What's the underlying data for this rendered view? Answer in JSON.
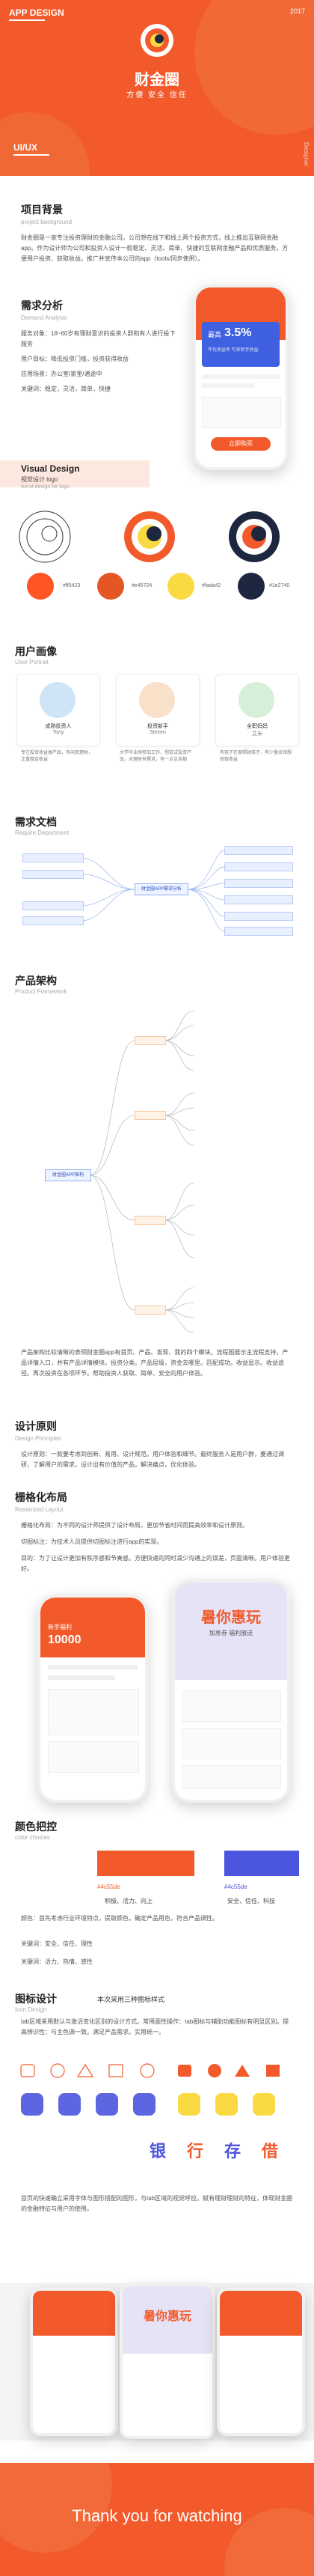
{
  "hero": {
    "tag": "APP DESIGN",
    "year": "2017",
    "brand": "财金圈",
    "slogan": "方便 安全 信任",
    "section": "UI/UX",
    "side_text": "Designer"
  },
  "background": {
    "title": "项目背景",
    "subtitle": "project background",
    "text": "财金圈是一家专注投资理财的金融公司。公司想在线下和线上两个投资方式，线上推出互联网金融app。作为设计师为公司和投资人设计一款稳定、灵活、简单、快捷的互联网金融产品和优质服务。方便用户投资、获取收益。推广并宣传本公司的app（tools/同步使用）。"
  },
  "demand": {
    "title": "需求分析",
    "subtitle": "Demand Analysis",
    "rows": [
      {
        "label": "服务对象：",
        "value": "18~60岁有理财意识的投资人群和有人进行投下服务"
      },
      {
        "label": "用户目标：",
        "value": "降低投资门槛，投资获得收益"
      },
      {
        "label": "应用场景：",
        "value": "办公室/家里/通途中"
      },
      {
        "label": "关键词：",
        "value": "稳定，灵活，简单，快捷"
      }
    ]
  },
  "phone1": {
    "rate_label": "最高",
    "rate": "3.5%",
    "sub": "年化收益率 可享新手收益",
    "btn": "立即购买"
  },
  "visual": {
    "title": "Visual Design",
    "sub1": "视觉设计 logo",
    "sub2": "Art of design for logo",
    "swatches": [
      {
        "hex": "#ff5423",
        "label": "#ff5423"
      },
      {
        "hex": "#ff5724",
        "label": "#e45724"
      },
      {
        "hex": "#fada42",
        "label": "#fada42"
      },
      {
        "hex": "#1e2740",
        "label": "#1e2740"
      }
    ]
  },
  "portrait": {
    "title": "用户画像",
    "subtitle": "User Portrait",
    "people": [
      {
        "role": "成熟投资人",
        "name": "Tony",
        "desc": "专注投资收益类产品，有闲资理财，注重稳定收益"
      },
      {
        "role": "投资新手",
        "name": "Steven",
        "desc": "大学毕业刚参加工作，想尝试投资产品，对理财有需求，有一点点余额"
      },
      {
        "role": "全职妈妈",
        "name": "艾米",
        "desc": "有孩子在家照顾孩子，有少量余钱想获取收益"
      }
    ]
  },
  "requirement": {
    "title": "需求文档",
    "subtitle": "Require Department",
    "center": "财金圈APP需求分析"
  },
  "architecture": {
    "title": "产品架构",
    "subtitle": "Product Framework",
    "center": "财金圈APP架构",
    "text": "产品架构比较清晰的表明财金圈app有首页、产品、发现、我的四个模块。流程图展示主流程支持。产品详情入口，并有产品详情模块。投资分类。产品层级，资金去哪里。匹配成功。收益显示。收益途径。再次投资在各项环节。帮助投资人获取、简单、安全的用户体验。"
  },
  "principles": {
    "title": "设计原则",
    "subtitle": "Design Principles",
    "text": "设计原则：一款要考虑到创新、易用、设计规范。用户体验和细节。最终服务人是用户群，要通过调研，了解用户的需求，设计出有价值的产品，解决痛点，优化体验。"
  },
  "grid": {
    "title": "栅格化布局",
    "subtitle": "Rasterized Layout",
    "p1": "栅格化布局：为不同的设计师提供了设计布局，更加节省时间而提高效率和设计原则。",
    "p2": "切图标注：为技术人员提供切图标注进行app的实现。",
    "p3": "目的：为了让设计更加有秩序感和节奏感。方便快速的同时减少沟通上的误差，页面清晰。用户体验更好。"
  },
  "phone2": {
    "amount": "10000",
    "label": "新手福利"
  },
  "phone3": {
    "banner": "暑你惠玩",
    "sub": "加息券 福利放送"
  },
  "colors": {
    "title": "颜色把控",
    "subtitle": "color choices",
    "c1_hex": "#4c55de",
    "c1_label": "#4c55de",
    "c1_words": "积极、活力、向上",
    "c2_hex": "#4c55de",
    "c2_label": "#4c55de",
    "c2_words": "安全、信任、科技",
    "p1": "颜色：首先考虑行业环境特点，提取颜色，确定产品用色，符合产品调性。",
    "p2": "关键词：安全、信任、理性",
    "p3": "关键词：活力、热情、感性"
  },
  "icons": {
    "title": "图标设计",
    "subtitle": "Icon Design",
    "heading": "本次采用三种图标样式",
    "text": "tab区域采用默认与激活变化区别的设计方式。常用面性操作：tab图标与辅助功能图标有明显区别。提高辨识性：与主色调一致。满足产品需求。实用统一。",
    "big": [
      "银",
      "行",
      "存",
      "借"
    ]
  },
  "homepage": {
    "text": "首页的快速确立采用字体与图形搭配的图形，与tab区域的视觉呼应。赋有理财理财的特征，体现财金圈的金融特征与用户的使用。"
  },
  "footer": {
    "thanks": "Thank you for watching"
  }
}
